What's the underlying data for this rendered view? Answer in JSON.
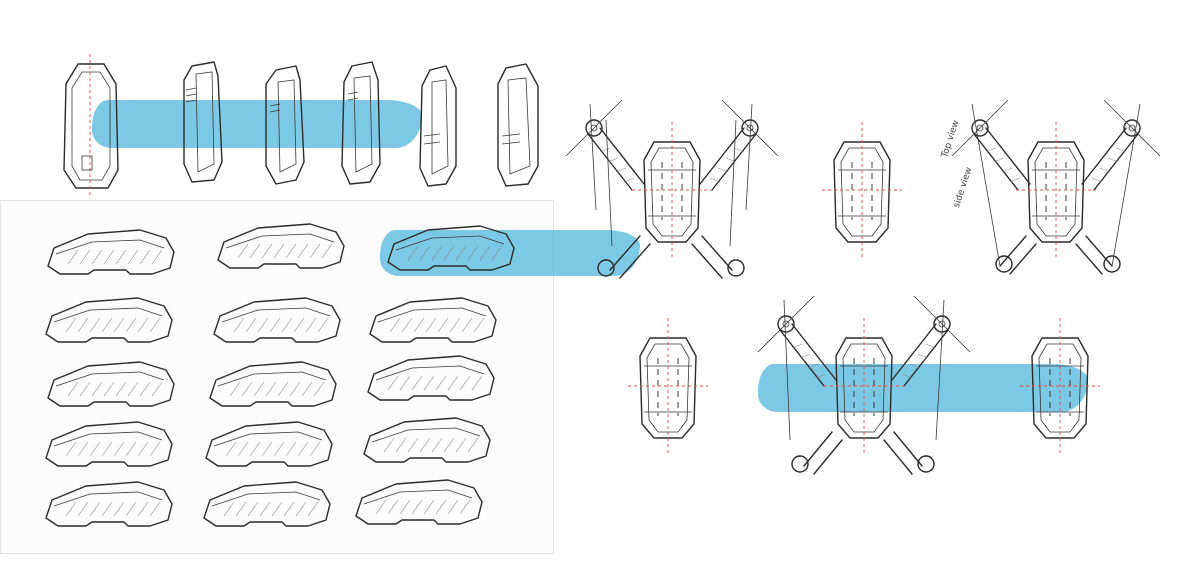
{
  "artwork": {
    "subject": "industrial design concept sketches of a folding-arm drone",
    "medium": "pen sketch with blue marker wash",
    "ink_color": "#2b2b2b",
    "marker_color": "#4fb3d9",
    "centerline_color": "#d9534f",
    "paper_color": "#ffffff"
  },
  "handwritten_notes": [
    "Top view",
    "side view"
  ]
}
